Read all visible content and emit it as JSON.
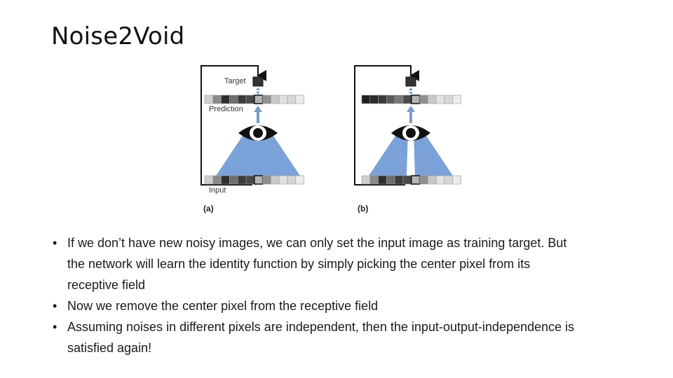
{
  "slide": {
    "title": "Noise2Void"
  },
  "figure": {
    "panel_a": {
      "label": "(a)",
      "target_label": "Target",
      "prediction_label": "Prediction",
      "input_label": "Input"
    },
    "panel_b": {
      "label": "(b)"
    },
    "colors": {
      "receptive_field": "#7ba2d8",
      "arrow": "#7a9cc8",
      "eye": "#111111"
    },
    "pixel_strip_shades": [
      "#cfcfcf",
      "#8a8a8a",
      "#2e2e2e",
      "#6e6e6e",
      "#3b3b3b",
      "#4a4a4a",
      "#b5b5b5",
      "#8f8f8f",
      "#c8c8c8",
      "#e2e2e2",
      "#d6d6d6",
      "#ececec"
    ]
  },
  "bullets": [
    "If we don’t have new noisy images, we can only set the input image as training target. But the network will learn the identity function by simply picking the center pixel from its receptive field",
    "Now we remove the center pixel from the receptive field",
    "Assuming noises in different pixels are independent, then the input-output-independence is satisfied again!"
  ]
}
